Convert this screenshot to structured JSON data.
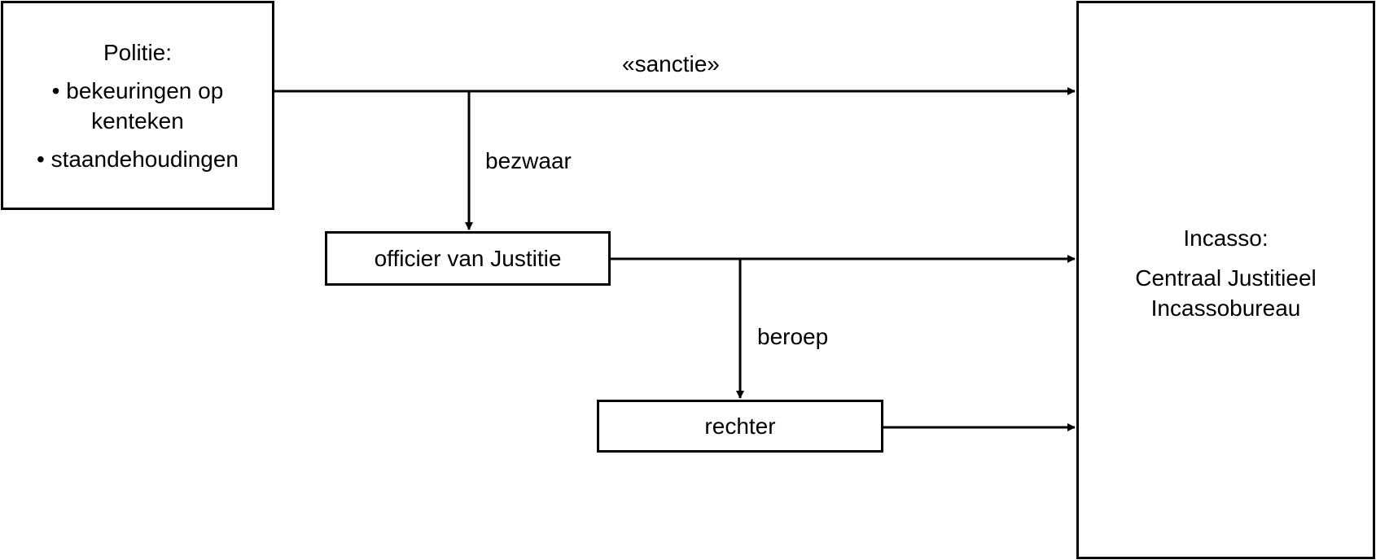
{
  "nodes": {
    "politie": {
      "title": "Politie:",
      "items": [
        "• bekeuringen op kenteken",
        "• staandehoudingen"
      ]
    },
    "officier": {
      "label": "officier van Justitie"
    },
    "rechter": {
      "label": "rechter"
    },
    "incasso": {
      "title": "Incasso:",
      "subtitle": "Centraal Justitieel Incassobureau"
    }
  },
  "edges": {
    "sanctie": "«sanctie»",
    "bezwaar": "bezwaar",
    "beroep": "beroep"
  },
  "colors": {
    "line": "#000000",
    "background": "#ffffff"
  }
}
